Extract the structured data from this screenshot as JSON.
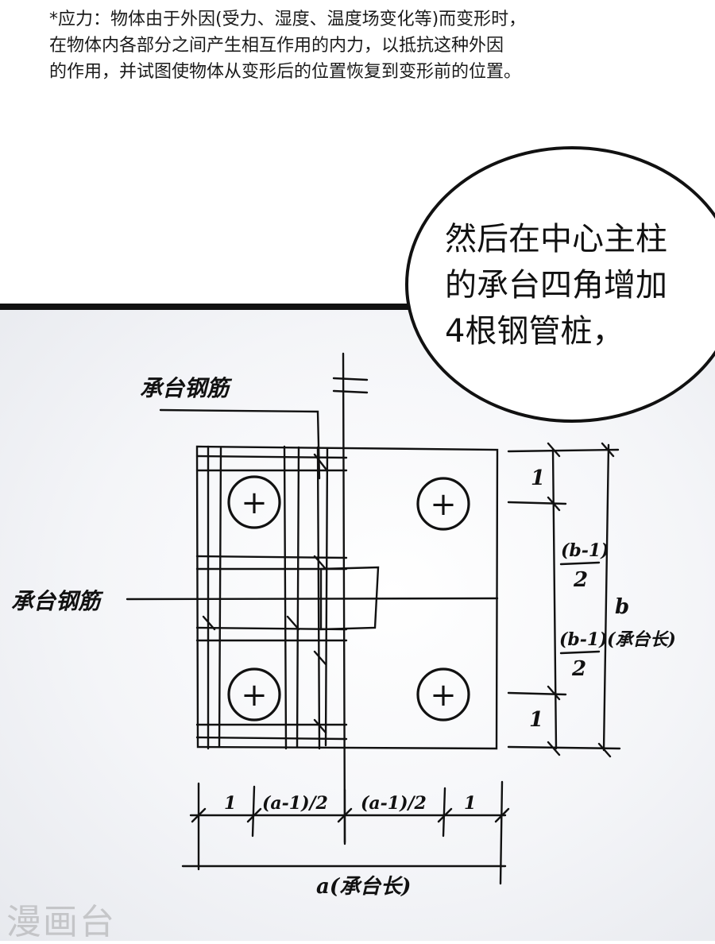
{
  "note": {
    "lines": [
      "*应力：物体由于外因(受力、湿度、温度场变化等)而变形时，",
      "在物体内各部分之间产生相互作用的内力，以抵抗这种外因",
      "的作用，并试图使物体从变形后的位置恢复到变形前的位置。"
    ]
  },
  "bubble": {
    "lines": [
      "然后在中心主柱",
      "的承台四角增加",
      "4根钢管桩，"
    ]
  },
  "diagram": {
    "label_rebar_top": "承台钢筋",
    "label_rebar_left": "承台钢筋",
    "dim_right": {
      "top": "1",
      "upper_frac_num": "(b-1)",
      "upper_frac_den": "2",
      "lower_frac_num": "(b-1)",
      "lower_frac_den": "2",
      "bottom": "1",
      "total": "b",
      "total_note": "(承台长)"
    },
    "dim_bottom": {
      "seg1": "1",
      "seg2": "(a-1)/2",
      "seg3": "(a-1)/2",
      "seg4": "1",
      "total": "a(承台长)"
    },
    "pile_symbol": "+"
  },
  "watermark": "漫画台"
}
